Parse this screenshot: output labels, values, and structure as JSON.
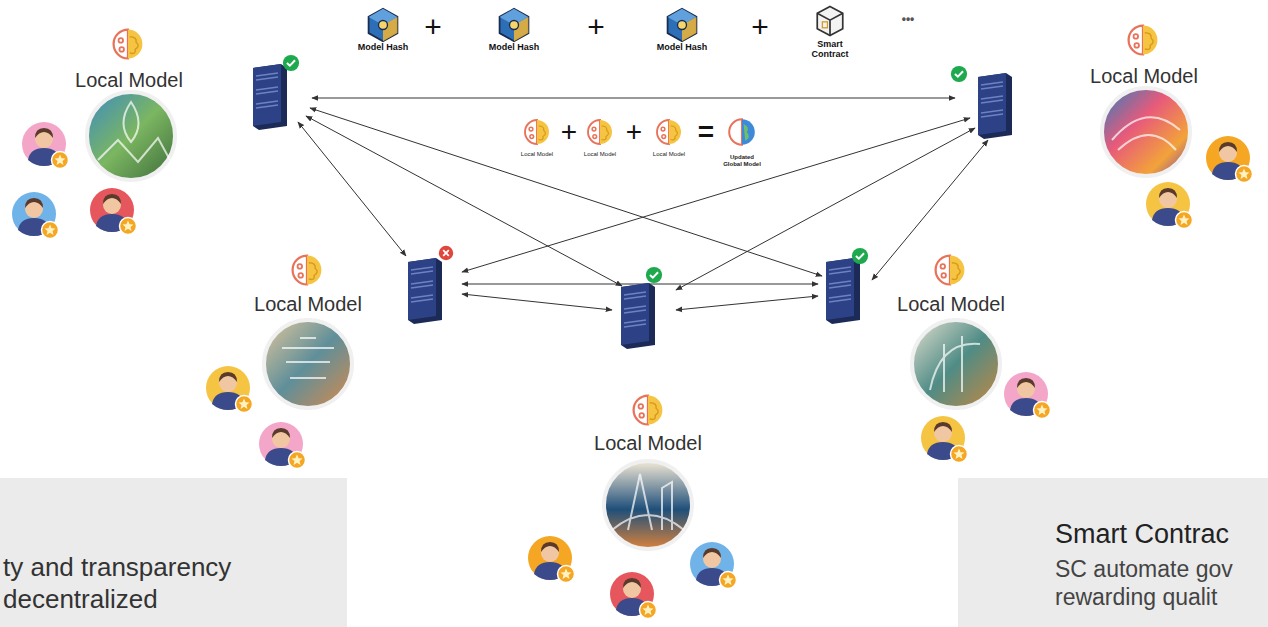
{
  "diagram": {
    "nodes": [
      {
        "text": [
          "ty and transparency decentralized"
        ]
      },
      {
        "text": [
          "Smart Contrac",
          "SC automate gov rewarding qualit"
        ]
      }
    ],
    "labels": [
      "Model Hash",
      "+",
      "Model Hash",
      "+",
      "Model Hash",
      "+",
      "Smart Contract",
      "•••",
      "Local Model",
      "+",
      "Local Model",
      "+",
      "Local Model",
      "=",
      "Updated Global Model",
      "Local Model",
      "Local Model",
      "Local Model",
      "Local Model",
      "Local Model"
    ]
  }
}
